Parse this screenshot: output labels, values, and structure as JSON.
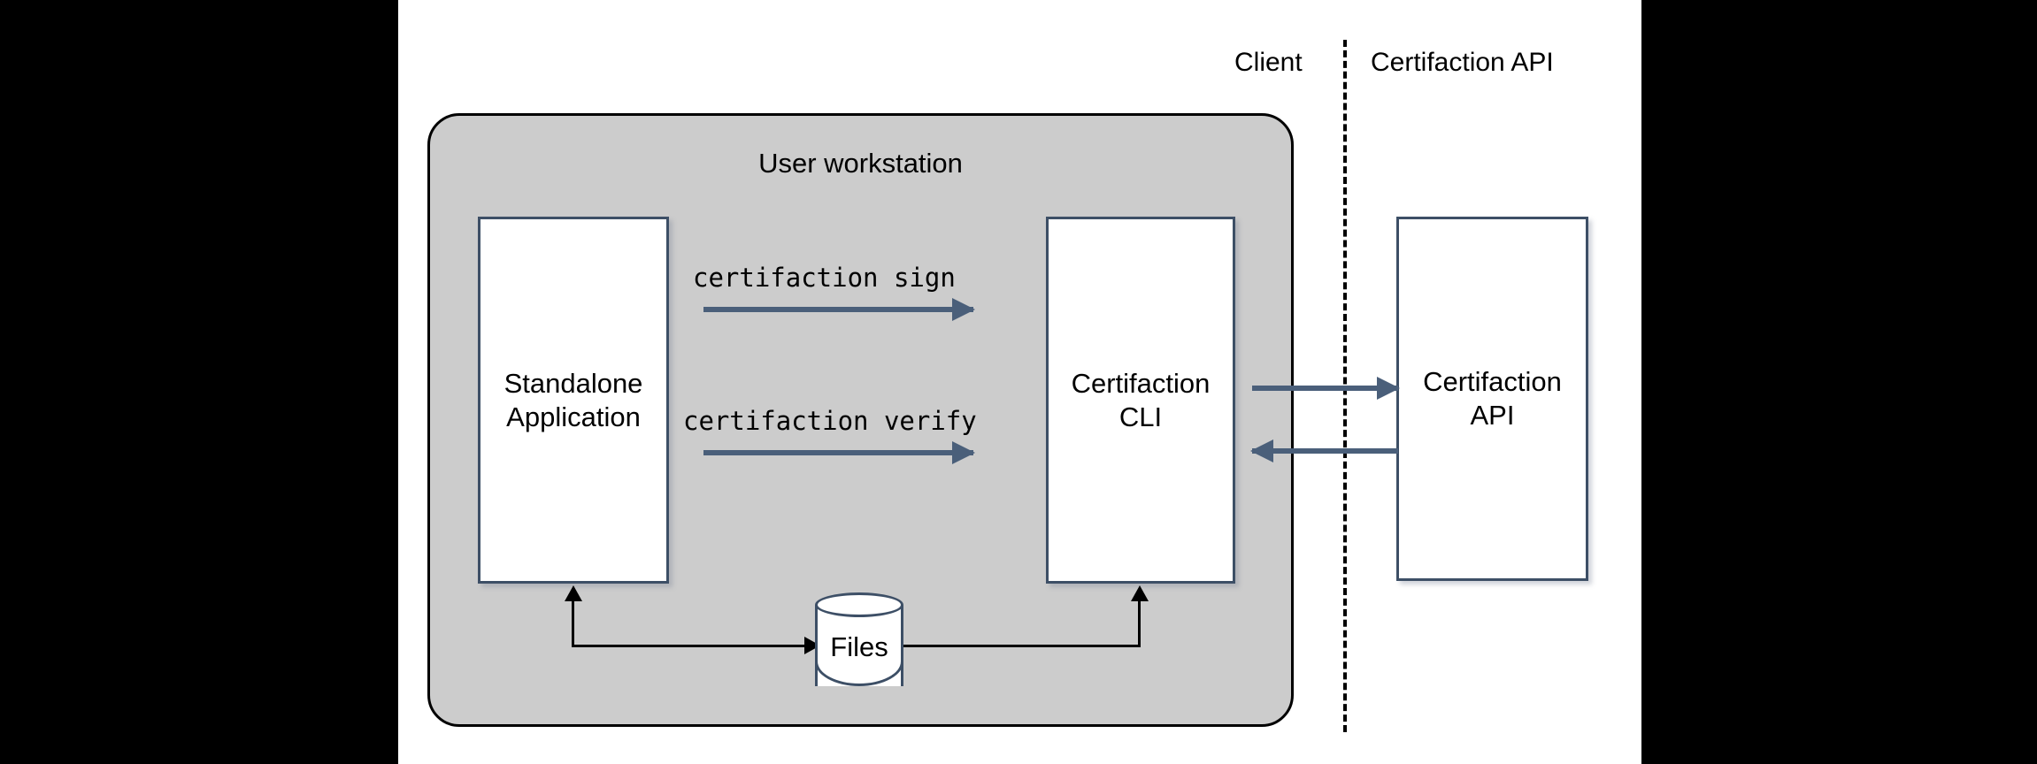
{
  "canvas": {
    "background_color": "#ffffff",
    "letterbox_color": "#000000"
  },
  "lanes": {
    "client_label": "Client",
    "api_label": "Certifaction API",
    "divider_style": "dashed",
    "divider_color": "#000000"
  },
  "workstation": {
    "title": "User workstation",
    "fill_color": "#cccccc",
    "border_color": "#000000"
  },
  "nodes": [
    {
      "id": "standalone-application",
      "label": "Standalone\nApplication",
      "fill_color": "#ffffff",
      "border_color": "#3d4f66"
    },
    {
      "id": "certifaction-cli",
      "label": "Certifaction\nCLI",
      "fill_color": "#ffffff",
      "border_color": "#3d4f66"
    },
    {
      "id": "certifaction-api",
      "label": "Certifaction\nAPI",
      "fill_color": "#ffffff",
      "border_color": "#3d4f66"
    }
  ],
  "datastore": {
    "id": "files",
    "label": "Files",
    "fill_color": "#ffffff",
    "border_color": "#3d4f66"
  },
  "commands": {
    "sign": "certifaction sign",
    "verify": "certifaction verify"
  },
  "arrows": {
    "accent_color": "#4a5f7a",
    "flow_color": "#000000",
    "sign_direction": "right",
    "verify_direction": "right",
    "cli_to_api_direction": "right",
    "api_to_cli_direction": "left"
  }
}
